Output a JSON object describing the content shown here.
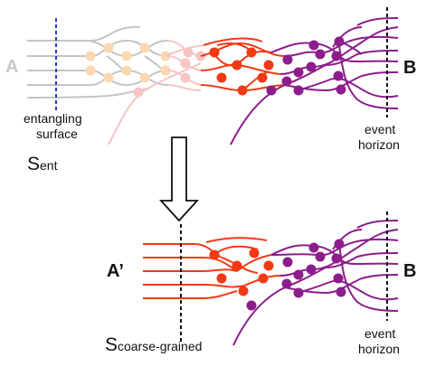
{
  "top": {
    "label_left": "A",
    "label_right": "B",
    "surface_label": [
      "entangling",
      "surface"
    ],
    "horizon_label": [
      "event",
      "horizon"
    ],
    "entropy_main": "S",
    "entropy_sub": "ent"
  },
  "bottom": {
    "label_left": "A’",
    "label_right": "B",
    "horizon_label": [
      "event",
      "horizon"
    ],
    "entropy_main": "S",
    "entropy_sub": "coarse-grained"
  },
  "colors": {
    "gray": "#c4c4c4",
    "pale": "#fbd8b2",
    "pink": "#f7c4c4",
    "red": "#f03a16",
    "purple": "#8c1d8c",
    "surface": "#2a39c8"
  }
}
